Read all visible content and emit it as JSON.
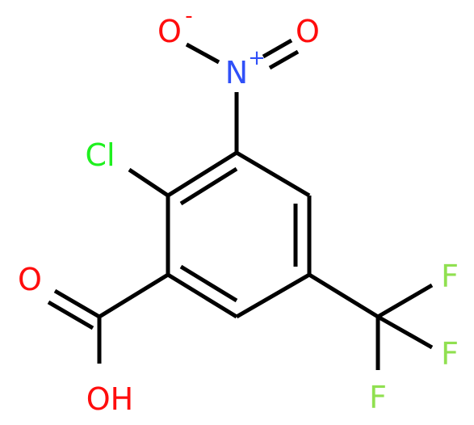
{
  "molecule": {
    "atoms": {
      "oxide_o": {
        "symbol": "O",
        "charge": "-",
        "color": "#ff0d0d"
      },
      "nitro_o": {
        "symbol": "O",
        "color": "#ff0d0d"
      },
      "nitro_n": {
        "symbol": "N",
        "charge": "+",
        "color": "#3050f8"
      },
      "chlorine": {
        "symbol": "Cl",
        "color": "#1ff01f"
      },
      "carbonyl_o": {
        "symbol": "O",
        "color": "#ff0d0d"
      },
      "hydroxyl": {
        "symbol": "OH",
        "color": "#ff0d0d"
      },
      "fluorine_1": {
        "symbol": "F",
        "color": "#90e050"
      },
      "fluorine_2": {
        "symbol": "F",
        "color": "#90e050"
      },
      "fluorine_3": {
        "symbol": "F",
        "color": "#90e050"
      }
    },
    "bond_color": "#000000"
  }
}
